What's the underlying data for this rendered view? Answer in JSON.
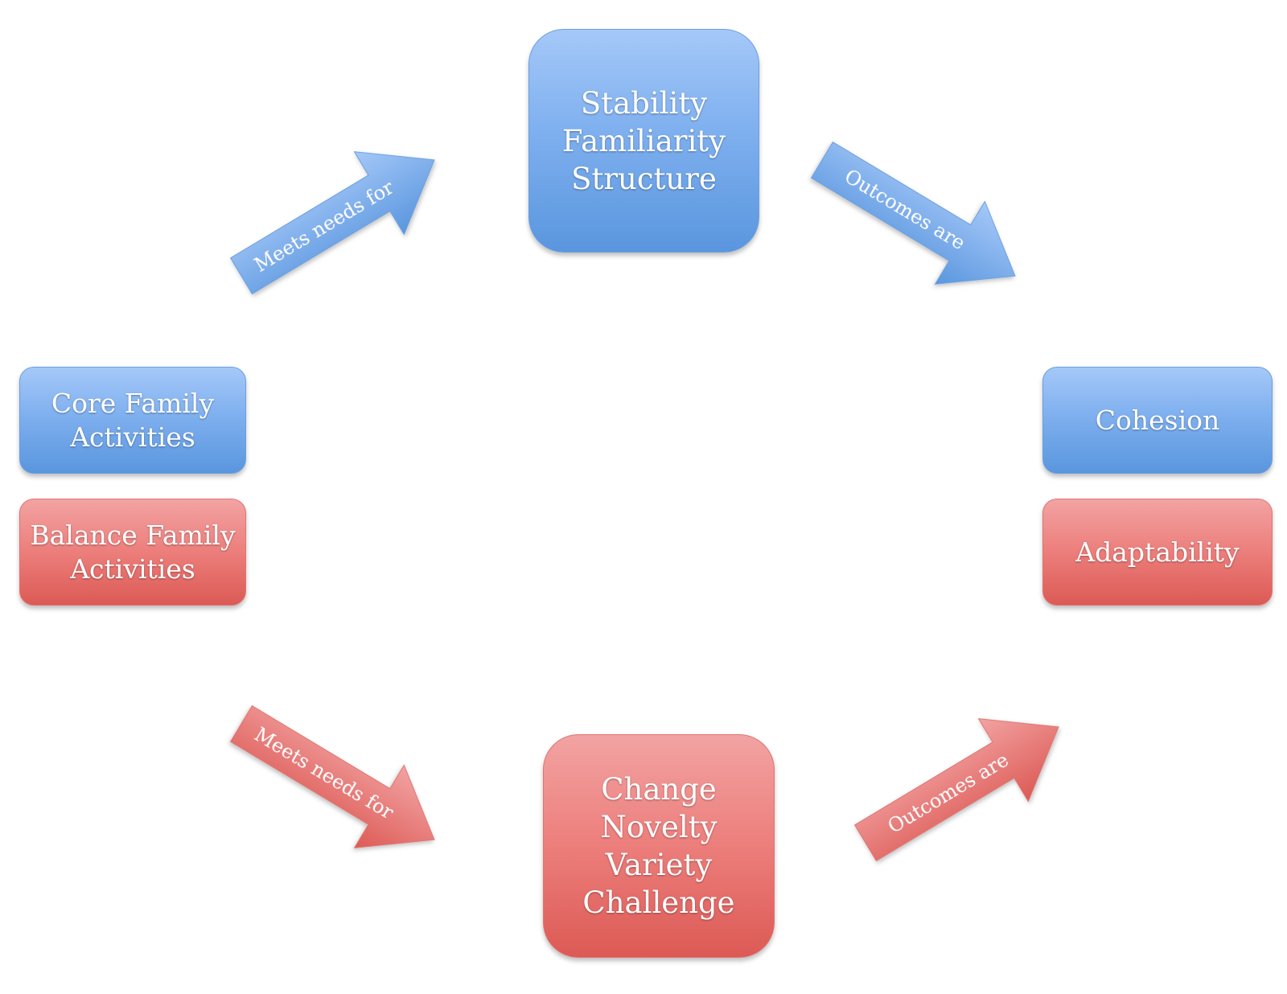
{
  "nodes": {
    "core_activities": "Core Family\nActivities",
    "balance_activities": "Balance Family\nActivities",
    "stability": "Stability\nFamiliarity\nStructure",
    "change": "Change\nNovelty\nVariety\nChallenge",
    "cohesion": "Cohesion",
    "adaptability": "Adaptability"
  },
  "arrows": {
    "core_to_stability": "Meets needs for",
    "stability_to_cohesion": "Outcomes are",
    "balance_to_change": "Meets needs for",
    "change_to_adaptability": "Outcomes are"
  },
  "colors": {
    "blue_top": "#a5c8f8",
    "blue_bottom": "#5a96de",
    "red_top": "#f2a3a3",
    "red_bottom": "#dc5a55"
  }
}
